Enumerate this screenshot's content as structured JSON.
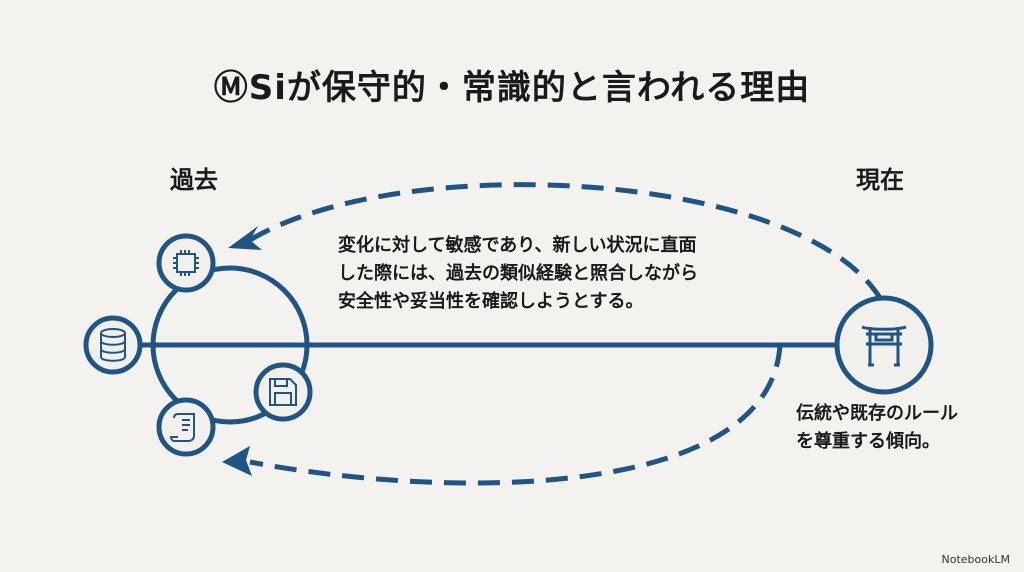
{
  "title": "ⓂSiが保守的・常識的と言われる理由",
  "labels": {
    "past": "過去",
    "present": "現在"
  },
  "description": [
    "変化に対して敏感であり、新しい状況に直面",
    "した際には、過去の類似経験と照合しながら",
    "安全性や妥当性を確認しようとする。"
  ],
  "tradition": [
    "伝統や既存のルール",
    "を尊重する傾向。"
  ],
  "brand": "NotebookLM",
  "colors": {
    "accent": "#1f5483"
  },
  "icons": [
    "chip-icon",
    "database-icon",
    "floppy-icon",
    "scroll-icon",
    "torii-icon"
  ]
}
